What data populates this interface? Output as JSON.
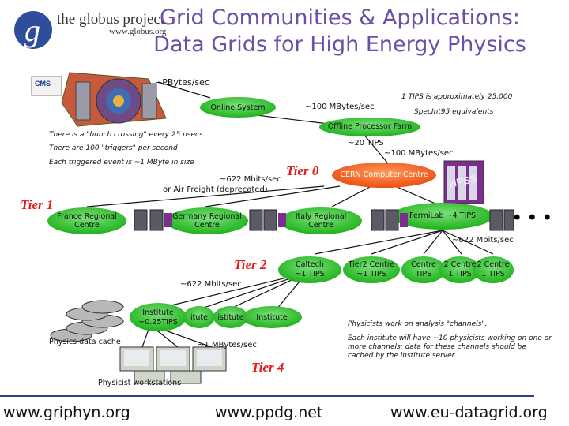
{
  "header": {
    "logo_name": "the globus project",
    "logo_url": "www.globus.org",
    "title_line1": "Grid Communities & Applications:",
    "title_line2": "Data Grids for High Energy Physics"
  },
  "detector": {
    "badge": "CMS",
    "rate": "~PBytes/sec"
  },
  "tier0": {
    "online_system": "Online System",
    "rate_to_offline": "~100 MBytes/sec",
    "tips_note_line1": "1 TIPS is approximately 25,000",
    "tips_note_line2": "SpecInt95 equivalents",
    "offline_farm": "Offline Processor Farm",
    "farm_tips": "~20 TIPS",
    "farm_rate": "~100 MBytes/sec",
    "notes": [
      "There is a \"bunch crossing\" every 25 nsecs.",
      "There are 100 \"triggers\" per second",
      "Each triggered event is ~1 MByte in size"
    ],
    "link_rate_line1": "~622 Mbits/sec",
    "link_rate_line2": "or Air Freight (deprecated)",
    "label": "Tier 0",
    "cern": "CERN Computer Centre",
    "hpss": "HPSS"
  },
  "tier1": {
    "label": "Tier 1",
    "centres": [
      "France Regional Centre",
      "Germany Regional Centre",
      "Italy Regional Centre",
      "FermiLab ~4 TIPS"
    ],
    "ellipsis": "• • •",
    "link_rate": "~622 Mbits/sec"
  },
  "tier2": {
    "label": "Tier 2",
    "caltech_line1": "Caltech",
    "caltech_line2": "~1 TIPS",
    "centre_line1": "Tier2 Centre",
    "centre_line2": "~1 TIPS",
    "partial_line1": "Centre",
    "partial_line2": "TIPS",
    "partial2_line1": "2 Centre",
    "partial2_line2": "1 TIPS",
    "link_rate": "~622 Mbits/sec"
  },
  "tier3": {
    "institute_main_line1": "Institute",
    "institute_main_line2": "~0.25TIPS",
    "institute_cut1": "itute",
    "institute_cut2": "istitute",
    "institute_full": "Institute",
    "cache": "Physics data cache",
    "workers_note": "Physicists work on analysis \"channels\".",
    "institute_note": "Each institute will have ~10 physicists working on one or more channels; data for these channels should be cached by the institute server",
    "rate": "~1 MBytes/sec"
  },
  "tier4": {
    "label": "Tier 4",
    "workstations": "Physicist workstations"
  },
  "footer": {
    "url1": "www.griphyn.org",
    "url2": "www.ppdg.net",
    "url3": "www.eu-datagrid.org"
  },
  "colors": {
    "title": "#6b4fa8",
    "tier_label": "#e11b1b",
    "ellipse_green": "#22c01e",
    "ellipse_orange": "#f05a14",
    "hpss_purple": "#7b2e8e"
  }
}
